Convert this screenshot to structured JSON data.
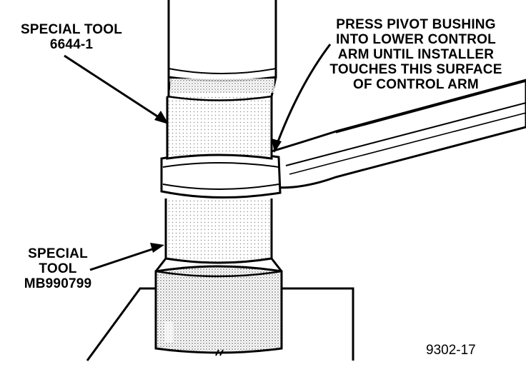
{
  "labels": {
    "special_tool_upper": {
      "line1": "SPECIAL TOOL",
      "line2": "6644-1"
    },
    "instruction": {
      "line1": "PRESS PIVOT BUSHING",
      "line2": "INTO LOWER CONTROL",
      "line3": "ARM UNTIL INSTALLER",
      "line4": "TOUCHES THIS SURFACE",
      "line5": "OF CONTROL ARM"
    },
    "special_tool_lower": {
      "line1": "SPECIAL",
      "line2": "TOOL",
      "line3": "MB990799"
    }
  },
  "figure_number": "9302-17",
  "colors": {
    "ink": "#000000",
    "paper": "#ffffff",
    "stipple": "#8a8a8a"
  }
}
